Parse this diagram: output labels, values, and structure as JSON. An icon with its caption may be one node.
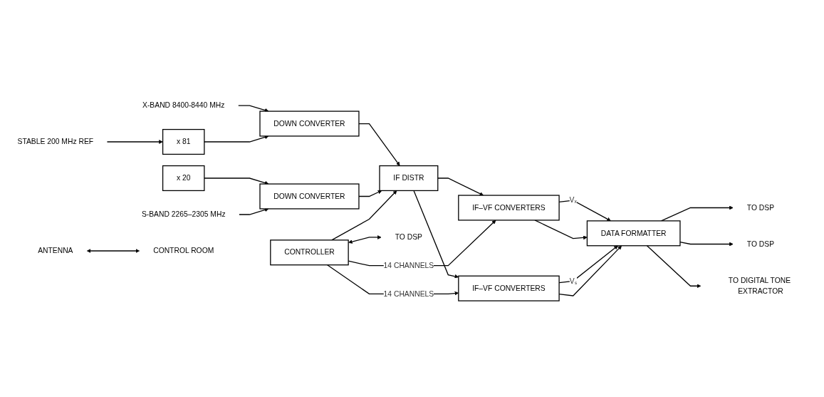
{
  "diagram": {
    "nodes": [
      {
        "text": [
          "X-BAND 8400-8440 MHz"
        ]
      },
      {
        "text": [
          "DOWN CONVERTER"
        ]
      },
      {
        "text": [
          "STABLE 200 MHz REF"
        ]
      },
      {
        "text": [
          "x 81"
        ]
      },
      {
        "text": [
          "x 20"
        ]
      },
      {
        "text": [
          "S-BAND 2265–2305 MHz"
        ]
      },
      {
        "text": [
          "DOWN CONVERTER"
        ]
      },
      {
        "text": [
          "IF DISTR"
        ]
      },
      {
        "text": [
          "IF–VF CONVERTERS"
        ]
      },
      {
        "text": [
          "CONTROLLER"
        ]
      },
      {
        "text": [
          "TO DSP"
        ]
      },
      {
        "text": [
          "IF–VF CONVERTERS"
        ]
      },
      {
        "text": [
          "DATA FORMATTER"
        ]
      },
      {
        "text": [
          "TO DSP"
        ]
      },
      {
        "text": [
          "TO DSP"
        ]
      },
      {
        "text": [
          "TO DIGITAL TONE EXTRACTOR"
        ]
      },
      {
        "text": [
          "ANTENNA"
        ]
      },
      {
        "text": [
          "CONTROL ROOM"
        ]
      }
    ],
    "edges": [
      {
        "from": 0,
        "to": 1,
        "arrow": "to"
      },
      {
        "from": 3,
        "to": 1,
        "arrow": "to"
      },
      {
        "from": 2,
        "to": 3,
        "arrow": "to"
      },
      {
        "from": 4,
        "to": 6,
        "arrow": "to"
      },
      {
        "from": 5,
        "to": 6,
        "arrow": "to"
      },
      {
        "from": 1,
        "to": 7,
        "arrow": "to"
      },
      {
        "from": 6,
        "to": 7,
        "arrow": "to"
      },
      {
        "from": 7,
        "to": 8,
        "arrow": "to"
      },
      {
        "from": 7,
        "to": 11,
        "arrow": "to"
      },
      {
        "from": 9,
        "to": 7,
        "arrow": "to"
      },
      {
        "from": 9,
        "to": 8,
        "arrow": "to",
        "label": "14 CHANNELS"
      },
      {
        "from": 9,
        "to": 11,
        "arrow": "to",
        "label": "14 CHANNELS"
      },
      {
        "from": 9,
        "to": 10,
        "arrow": "both"
      },
      {
        "from": 8,
        "to": 12,
        "arrow": "to",
        "label": "Vₓ"
      },
      {
        "from": 8,
        "to": 12,
        "arrow": "to"
      },
      {
        "from": 11,
        "to": 12,
        "arrow": "to",
        "label": "Vₛ"
      },
      {
        "from": 11,
        "to": 12,
        "arrow": "to"
      },
      {
        "from": 12,
        "to": 13,
        "arrow": "to"
      },
      {
        "from": 12,
        "to": 14,
        "arrow": "to"
      },
      {
        "from": 12,
        "to": 15,
        "arrow": "to"
      },
      {
        "from": 16,
        "to": 17,
        "arrow": "both"
      }
    ]
  }
}
